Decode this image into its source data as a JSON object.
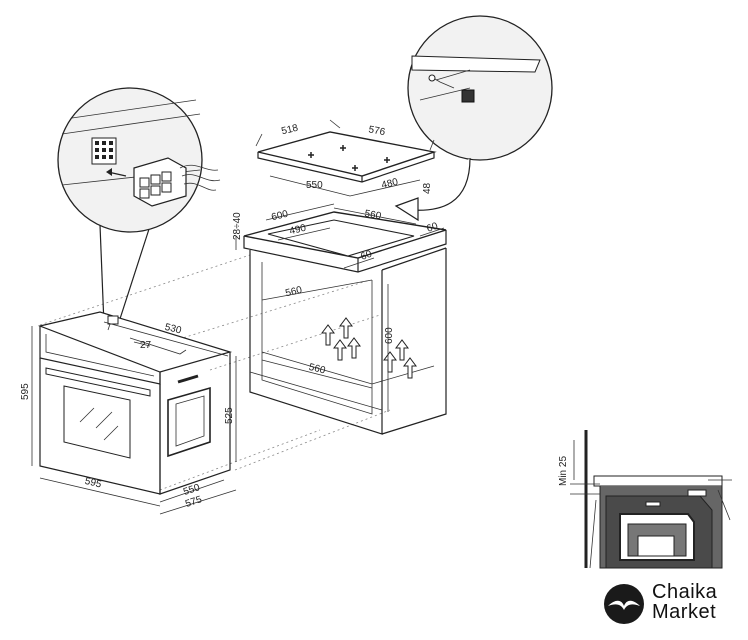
{
  "dimensions": {
    "hob_depth": "518",
    "hob_width": "576",
    "cutout_width_top": "550",
    "cutout_depth_top": "480",
    "hob_height": "48",
    "worktop_width": "600",
    "cutout_width": "560",
    "cutout_depth": "490",
    "clearance_front": "60",
    "clearance_back": "60",
    "worktop_thickness": "28÷40",
    "cabinet_inner_width": "560",
    "cabinet_base_width": "560",
    "cabinet_height": "600",
    "oven_depth": "530",
    "oven_panel": "27",
    "oven_height": "595",
    "oven_inner_height": "525",
    "oven_width": "595",
    "oven_body_depth": "550",
    "oven_total_depth": "575",
    "min_gap": "Min 25"
  },
  "brand": {
    "line1": "Chaika",
    "line2": "Market"
  }
}
